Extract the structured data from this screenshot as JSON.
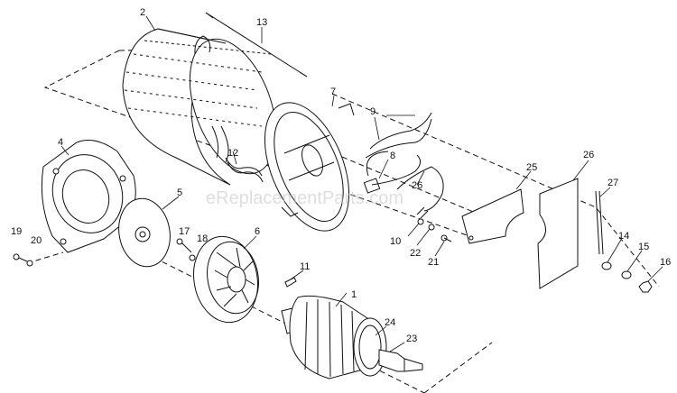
{
  "watermark": "eReplacementParts.com",
  "callouts": {
    "c1": "1",
    "c2": "2",
    "c4": "4",
    "c5": "5",
    "c6": "6",
    "c7": "7",
    "c8": "8",
    "c9": "9",
    "c10": "10",
    "c11": "11",
    "c12": "12",
    "c13": "13",
    "c14": "14",
    "c15": "15",
    "c16": "16",
    "c17": "17",
    "c18": "18",
    "c19": "19",
    "c20": "20",
    "c21": "21",
    "c22": "22",
    "c23": "23",
    "c24": "24",
    "c25": "25",
    "c26a": "26",
    "c26b": "26",
    "c27": "27"
  }
}
